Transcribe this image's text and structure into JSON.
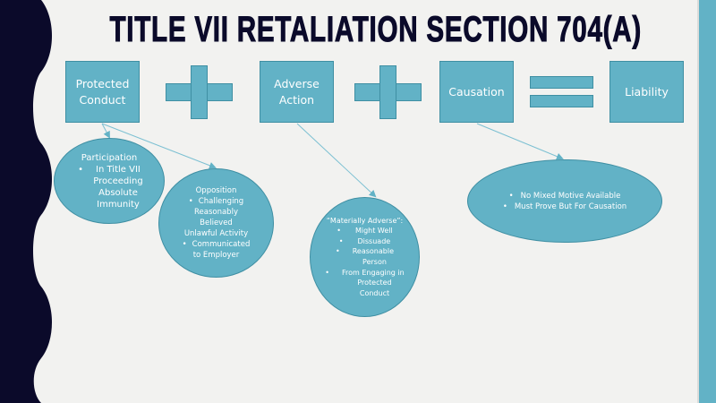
{
  "slide": {
    "title": "TITLE VII RETALIATION SECTION 704(A)",
    "colors": {
      "background": "#f2f2f0",
      "dark_band": "#0b0a2a",
      "accent": "#62b2c6",
      "accent_border": "#3f8fa3",
      "text_on_accent": "#ffffff"
    },
    "equation": {
      "terms": [
        {
          "label_lines": [
            "Protected",
            "Conduct"
          ]
        },
        {
          "label_lines": [
            "Adverse",
            "Action"
          ]
        },
        {
          "label_lines": [
            "Causation"
          ]
        },
        {
          "label_lines": [
            "Liability"
          ]
        }
      ],
      "operators": [
        "plus",
        "plus",
        "equals"
      ]
    },
    "details": {
      "participation": {
        "heading": "Participation",
        "bullet": "•",
        "lines": [
          "In Title VII",
          "Proceeding",
          "Absolute",
          "Immunity"
        ]
      },
      "opposition": {
        "heading": "Opposition",
        "bullet": "•",
        "lines": [
          "Challenging",
          "Reasonably",
          "Believed",
          "Unlawful Activity",
          "Communicated",
          "to Employer"
        ]
      },
      "materially_adverse": {
        "heading": "“Materially Adverse”:",
        "bullet": "•",
        "lines": [
          "Might Well",
          "Dissuade",
          "Reasonable",
          "Person",
          "From Engaging in",
          "Protected",
          "Conduct"
        ]
      },
      "causation": {
        "bullet": "•",
        "lines": [
          "No Mixed Motive Available",
          "Must Prove But For Causation"
        ]
      }
    }
  }
}
